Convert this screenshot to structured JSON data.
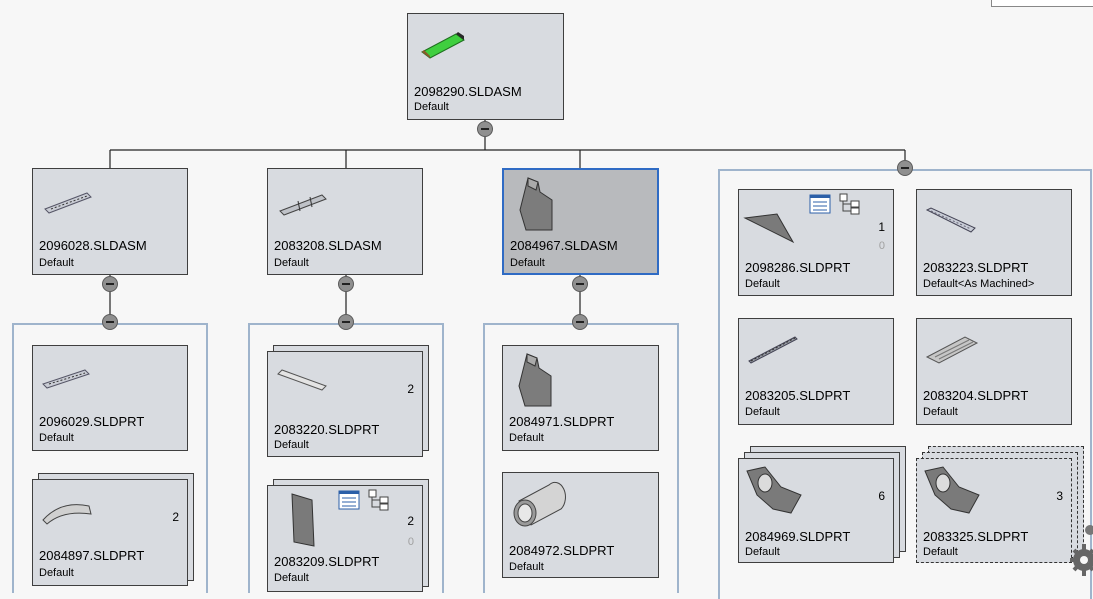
{
  "root": {
    "name": "2098290.SLDASM",
    "config": "Default"
  },
  "level1": [
    {
      "name": "2096028.SLDASM",
      "config": "Default"
    },
    {
      "name": "2083208.SLDASM",
      "config": "Default"
    },
    {
      "name": "2084967.SLDASM",
      "config": "Default"
    }
  ],
  "group1": [
    {
      "name": "2096029.SLDPRT",
      "config": "Default",
      "count": ""
    },
    {
      "name": "2084897.SLDPRT",
      "config": "Default",
      "count": "2"
    }
  ],
  "group2": [
    {
      "name": "2083220.SLDPRT",
      "config": "Default",
      "count": "2"
    },
    {
      "name": "2083209.SLDPRT",
      "config": "Default",
      "count": "2",
      "count2": "0"
    }
  ],
  "group3": [
    {
      "name": "2084971.SLDPRT",
      "config": "Default"
    },
    {
      "name": "2084972.SLDPRT",
      "config": "Default"
    }
  ],
  "group4": [
    {
      "name": "2098286.SLDPRT",
      "config": "Default",
      "count": "1",
      "count2": "0"
    },
    {
      "name": "2083223.SLDPRT",
      "config": "Default<As Machined>"
    },
    {
      "name": "2083205.SLDPRT",
      "config": "Default"
    },
    {
      "name": "2083204.SLDPRT",
      "config": "Default"
    },
    {
      "name": "2084969.SLDPRT",
      "config": "Default",
      "count": "6"
    },
    {
      "name": "2083325.SLDPRT",
      "config": "Default",
      "count": "3"
    }
  ],
  "icons": [
    "assembly-thumbnail-icon",
    "part-thumbnail-icon",
    "properties-icon",
    "tree-icon",
    "collapse-icon",
    "gear-icon"
  ],
  "colors": {
    "selected_border": "#2f6bc4",
    "group_border": "#9fb4cc",
    "node_bg": "#d8dbe0"
  }
}
